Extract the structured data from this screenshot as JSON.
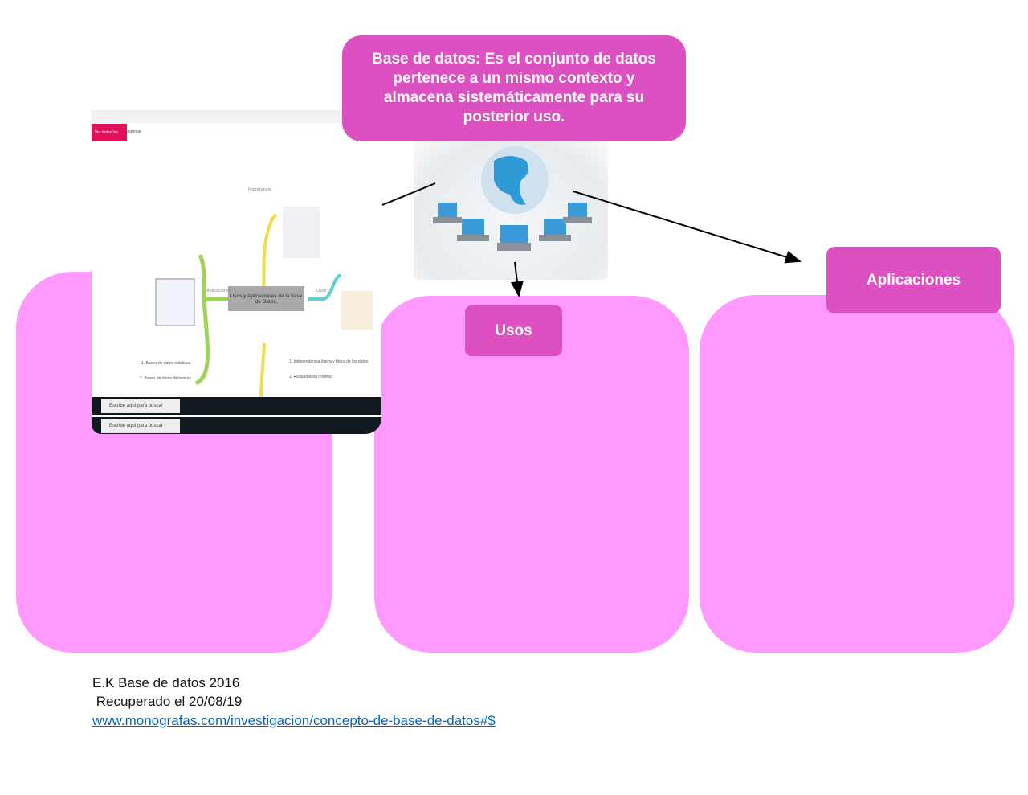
{
  "title_box": {
    "text": "Base de datos: Es el conjunto de datos pertenece a un mismo contexto y almacena sistemáticamente para su posterior uso."
  },
  "usos_box": {
    "label": "Usos"
  },
  "aplicaciones_box": {
    "label": "Aplicaciones"
  },
  "embedded_screenshot": {
    "central_node": "Usos y Aplicaciones de la base de Datos.",
    "branches": [
      "Aplicaciones",
      "Usos",
      "Importancia"
    ],
    "list_items": [
      "1. Bases de datos estáticas",
      "2. Bases de datos dinámicas",
      "1. Independencia lógica y física de los datos.",
      "2. Redundancia mínima"
    ],
    "toolbar_button": "Ver todas las fotos",
    "add_button": "Agregar",
    "taskbar_search": "Escribe aquí para buscar"
  },
  "footer": {
    "line1": "E.K Base de datos 2016",
    "line2": " Recuperado el 20/08/19",
    "link": "www.monografas.com/investigacion/concepto-de-base-de-datos#$"
  },
  "colors": {
    "box_fill": "#ff99ff",
    "label_fill": "#dc50c2",
    "link": "#0563c1"
  }
}
